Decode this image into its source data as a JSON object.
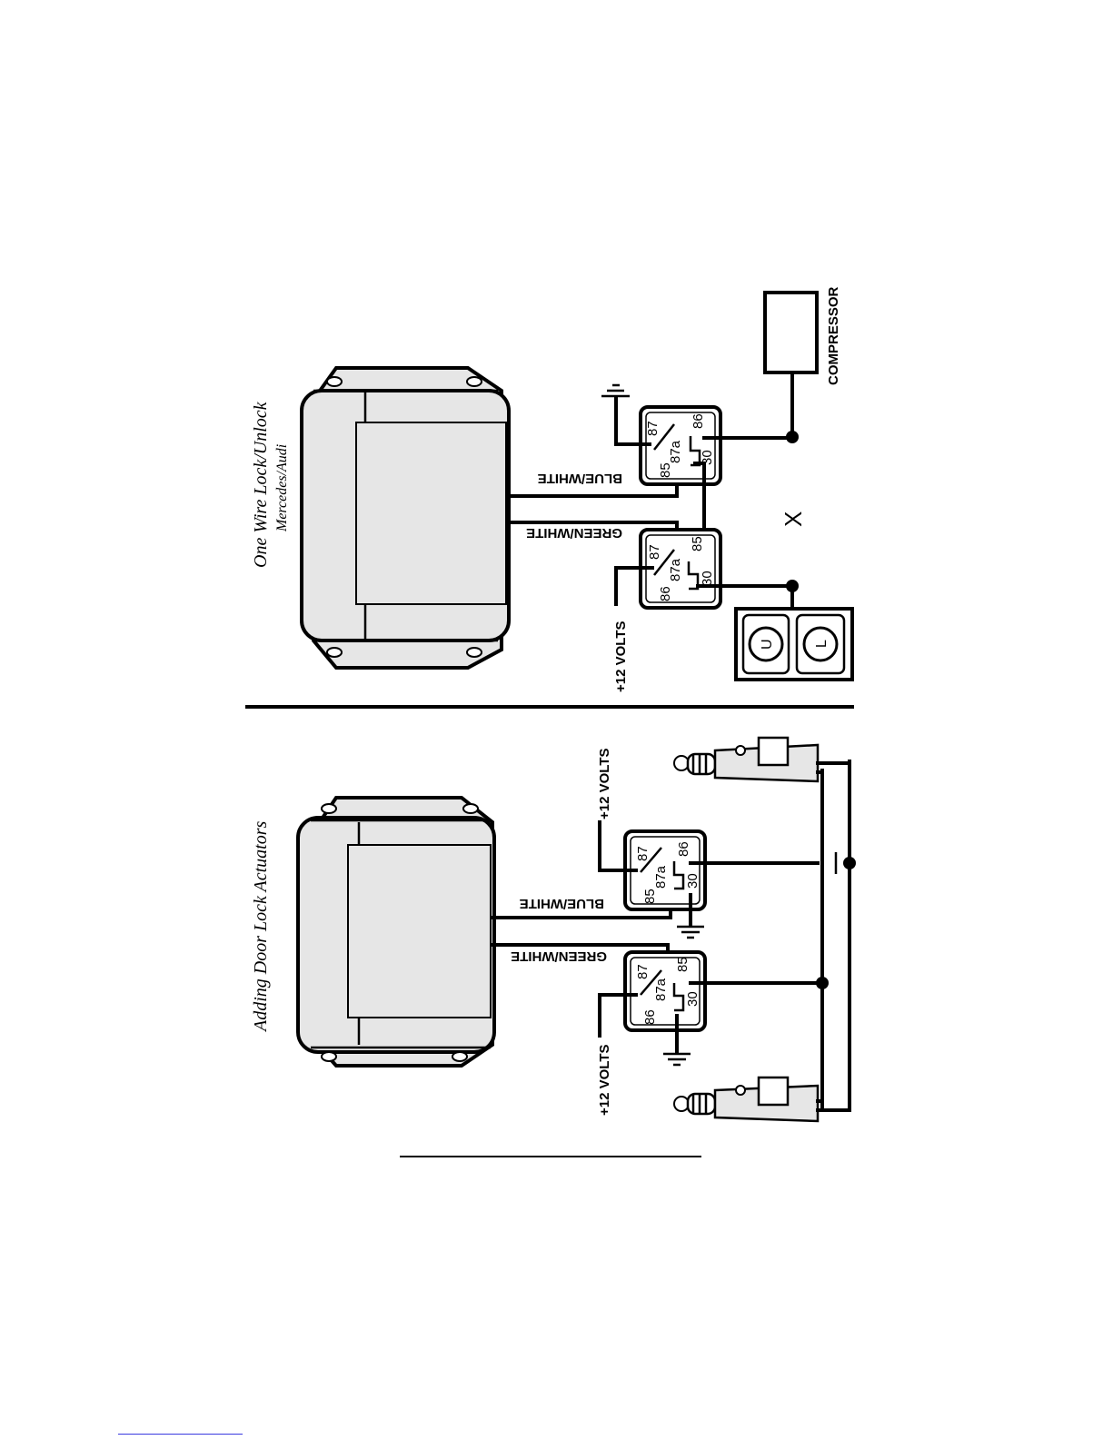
{
  "top_diagram": {
    "title": "One Wire Lock/Unlock",
    "subtitle": "Mercedes/Audi",
    "wire_1": "BLUE/WHITE",
    "wire_2": "GREEN/WHITE",
    "power": "+12 VOLTS",
    "compressor": "COMPRESSOR",
    "x_mark": "X",
    "lock_u": "U",
    "lock_l": "L"
  },
  "bottom_diagram": {
    "title": "Adding Door Lock Actuators",
    "wire_1": "BLUE/WHITE",
    "wire_2": "GREEN/WHITE",
    "power_1": "+12 VOLTS",
    "power_2": "+12 VOLTS"
  },
  "relay_pins": {
    "p87": "87",
    "p87a": "87a",
    "p86": "86",
    "p85": "85",
    "p30": "30"
  }
}
